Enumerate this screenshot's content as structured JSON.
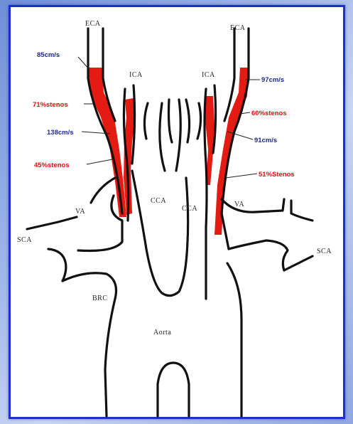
{
  "labels": {
    "eca_left_top": "ECA",
    "eca_right_top": "ECA",
    "ica_left": "ICA",
    "ica_right": "ICA",
    "cca_left": "CCA",
    "cca_right": "CCA",
    "va_left": "VA",
    "va_right": "VA",
    "sca_left": "SCA",
    "sca_right": "SCA",
    "brc": "BRC",
    "aorta": "Aorta"
  },
  "annotations": {
    "left_velocity_top": "85cm/s",
    "left_stenosis_1": "71%stenos",
    "left_velocity_2": "138cm/s",
    "left_stenosis_2": "45%stenos",
    "right_velocity_top": "97cm/s",
    "right_stenosis_1": "60%stenos",
    "right_velocity_2": "91cm/s",
    "right_stenosis_2": "51%Stenos"
  },
  "colors": {
    "stenosis": "#e31b12",
    "velocity_text": "#1f2a9a",
    "stenosis_text": "#e01010",
    "frame_border": "#1d2fd0"
  }
}
